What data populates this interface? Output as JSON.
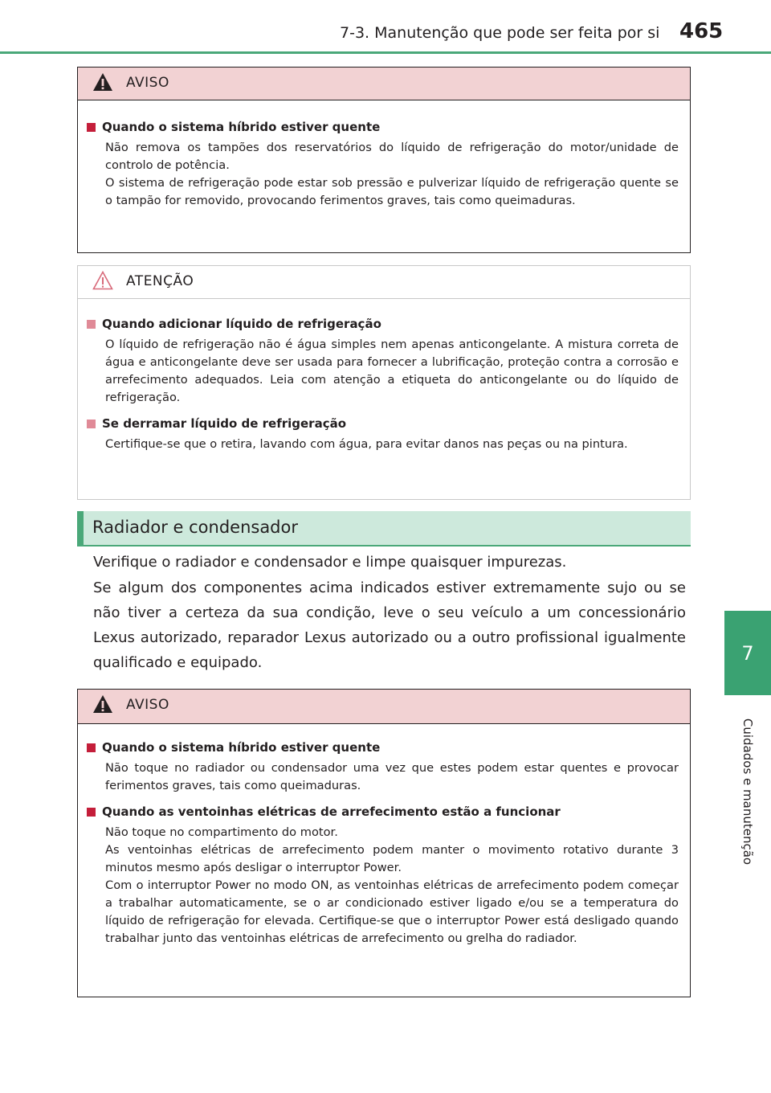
{
  "header": {
    "title": "7-3. Manutenção que pode ser feita por si",
    "page_number": "465"
  },
  "side_tab": {
    "number": "7",
    "label": "Cuidados e manutenção"
  },
  "warning1": {
    "label": "AVISO",
    "items": [
      {
        "title": "Quando o sistema híbrido estiver quente",
        "paragraphs": [
          "Não remova os tampões dos reservatórios do líquido de refrigeração do motor/unidade de controlo de potência.",
          "O sistema de refrigeração pode estar sob pressão e pulverizar líquido de refrigeração quente se o tampão for removido, provocando ferimentos graves, tais como queimaduras."
        ]
      }
    ]
  },
  "caution1": {
    "label": "ATENÇÃO",
    "items": [
      {
        "title": "Quando adicionar líquido de refrigeração",
        "paragraphs": [
          "O líquido de refrigeração não é água simples nem apenas anticongelante. A mistura correta de água e anticongelante deve ser usada para fornecer a lubrificação, proteção contra a corrosão e arrefecimento adequados. Leia com atenção a etiqueta do anticongelante ou do líquido de refrigeração."
        ]
      },
      {
        "title": "Se derramar líquido de refrigeração",
        "paragraphs": [
          "Certifique-se que o retira, lavando com água, para evitar danos nas peças ou na pintura."
        ]
      }
    ]
  },
  "section": {
    "title": "Radiador e condensador",
    "paragraphs": [
      "Verifique o radiador e condensador e limpe quaisquer impurezas.",
      "Se algum dos componentes acima indicados estiver extremamente sujo ou se não tiver a certeza da sua condição, leve o seu veículo a um concessionário Lexus autorizado, reparador Lexus autorizado ou a outro profissional igualmente qualificado e equipado."
    ]
  },
  "warning2": {
    "label": "AVISO",
    "items": [
      {
        "title": "Quando o sistema híbrido estiver quente",
        "paragraphs": [
          "Não toque no radiador ou condensador uma vez que estes podem estar quentes e provocar ferimentos graves, tais como queimaduras."
        ]
      },
      {
        "title": "Quando as ventoinhas elétricas de arrefecimento estão a funcionar",
        "paragraphs": [
          "Não toque no compartimento do motor.",
          "As ventoinhas elétricas de arrefecimento podem manter o movimento rotativo durante 3 minutos mesmo após desligar o interruptor Power.",
          "Com o interruptor Power no modo ON, as ventoinhas elétricas de arrefecimento podem começar a trabalhar automaticamente, se o ar condicionado estiver ligado e/ou se a temperatura do líquido de refrigeração for elevada. Certifique-se que o interruptor Power está desligado quando trabalhar junto das ventoinhas elétricas de arrefecimento ou grelha do radiador."
        ]
      }
    ]
  },
  "colors": {
    "accent_green": "#4aa879",
    "warning_bg": "#f2d2d3",
    "warning_bullet": "#c41e3a",
    "caution_bullet": "#e08a97"
  }
}
